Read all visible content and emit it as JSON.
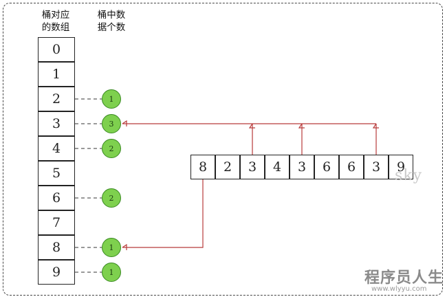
{
  "headers": {
    "bucket_column": "桶对应\n的数组",
    "count_column": "桶中数\n据个数"
  },
  "buckets": [
    "0",
    "1",
    "2",
    "3",
    "4",
    "5",
    "6",
    "7",
    "8",
    "9"
  ],
  "bucket_counts": [
    {
      "bucket": 2,
      "count": "1"
    },
    {
      "bucket": 3,
      "count": "3"
    },
    {
      "bucket": 4,
      "count": "2"
    },
    {
      "bucket": 6,
      "count": "2"
    },
    {
      "bucket": 8,
      "count": "1"
    },
    {
      "bucket": 9,
      "count": "1"
    }
  ],
  "input_array": [
    "8",
    "2",
    "3",
    "4",
    "3",
    "6",
    "6",
    "3",
    "9"
  ],
  "arrows": [
    {
      "from_index": 2,
      "to_bucket": 3
    },
    {
      "from_index": 4,
      "to_bucket": 3
    },
    {
      "from_index": 7,
      "to_bucket": 3
    },
    {
      "from_index": 0,
      "to_bucket": 8
    }
  ],
  "colors": {
    "arrow": "#b83a3a",
    "count_fill": "#7ed04e",
    "count_border": "#3a8a22"
  },
  "watermarks": {
    "sky": "sky",
    "site_name": "程序员人生",
    "site_url": "www.wlyyu.com"
  }
}
